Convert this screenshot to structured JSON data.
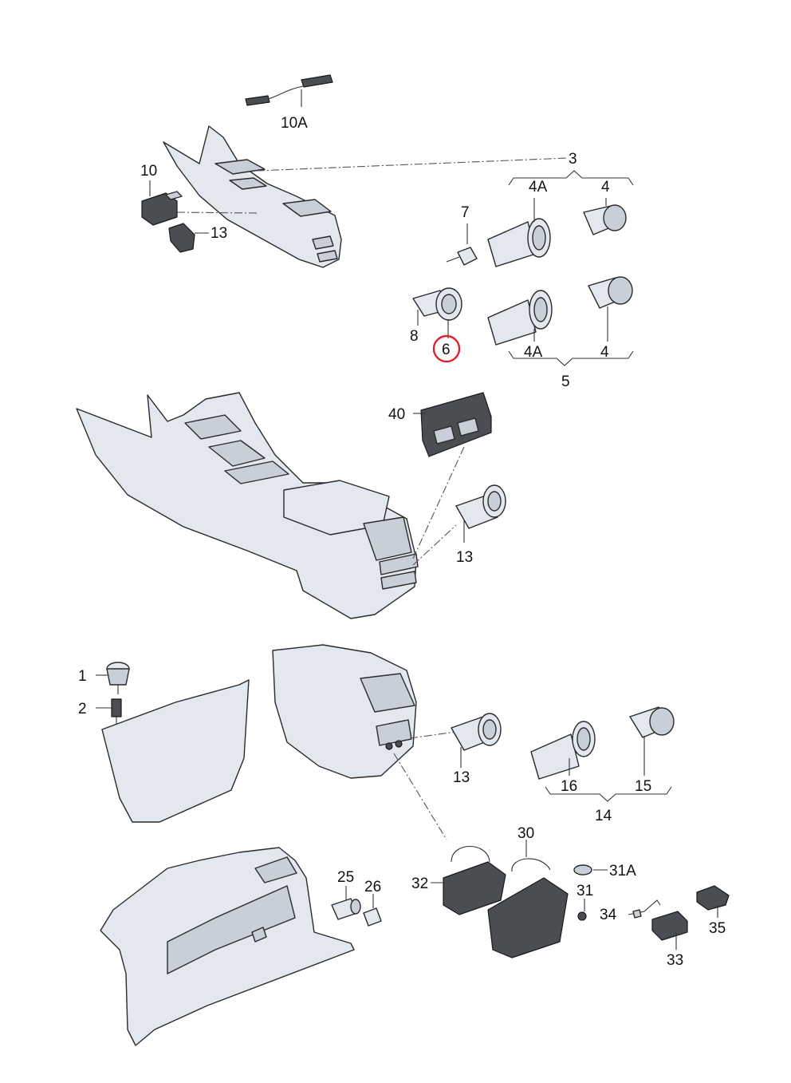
{
  "diagram": {
    "labels": {
      "l10A": "10A",
      "l10": "10",
      "l13a": "13",
      "l3": "3",
      "l4Atop": "4A",
      "l4top": "4",
      "l7": "7",
      "l8": "8",
      "l6": "6",
      "l4Abot": "4A",
      "l4bot": "4",
      "l5": "5",
      "l40": "40",
      "l13b": "13",
      "l1": "1",
      "l2": "2",
      "l13c": "13",
      "l16": "16",
      "l15": "15",
      "l14": "14",
      "l30": "30",
      "l31A": "31A",
      "l32": "32",
      "l31": "31",
      "l34": "34",
      "l35": "35",
      "l33": "33",
      "l25": "25",
      "l26": "26"
    },
    "highlight_color": "#e0202a"
  }
}
